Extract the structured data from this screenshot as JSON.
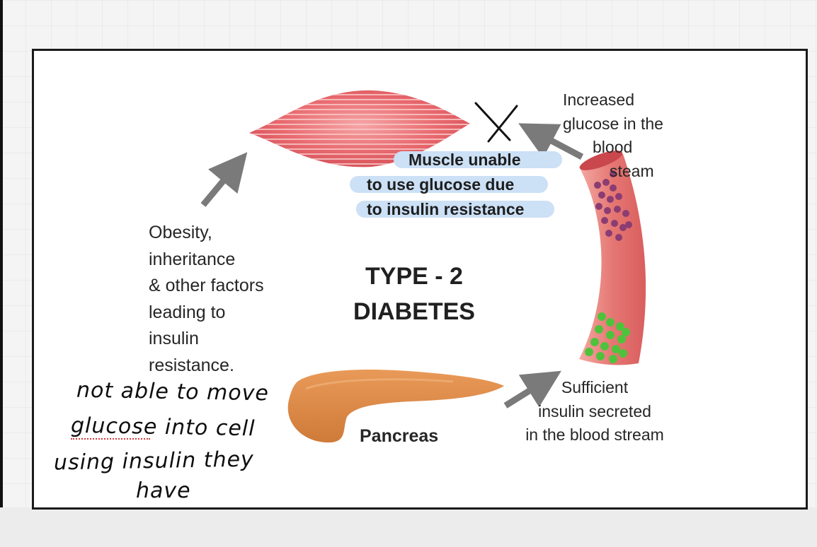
{
  "diagram": {
    "title_lines": [
      "TYPE - 2",
      "DIABETES"
    ],
    "causes_lines": [
      "Obesity,",
      "inheritance",
      "& other factors",
      "leading to",
      "insulin",
      "resistance."
    ],
    "glucose_lines": [
      "Increased",
      "glucose in the",
      "blood",
      "steam"
    ],
    "muscle_lines": [
      "Muscle unable",
      "to use glucose due",
      "to insulin resistance"
    ],
    "insulin_lines": [
      "Sufficient",
      "insulin secreted",
      "in the blood stream"
    ],
    "pancreas_label": "Pancreas"
  },
  "handwritten_note": {
    "lines": [
      "not able to move",
      "glucose into cell",
      "using insulin they",
      "have"
    ]
  },
  "colors": {
    "muscle": "#e8696e",
    "blood_vessel": "#e57773",
    "pancreas": "#e1894a",
    "arrow": "#7a7a7a",
    "highlight": "#cce0f6",
    "glucose_dots": "#8b3c73",
    "insulin_dots": "#4fc23c"
  }
}
